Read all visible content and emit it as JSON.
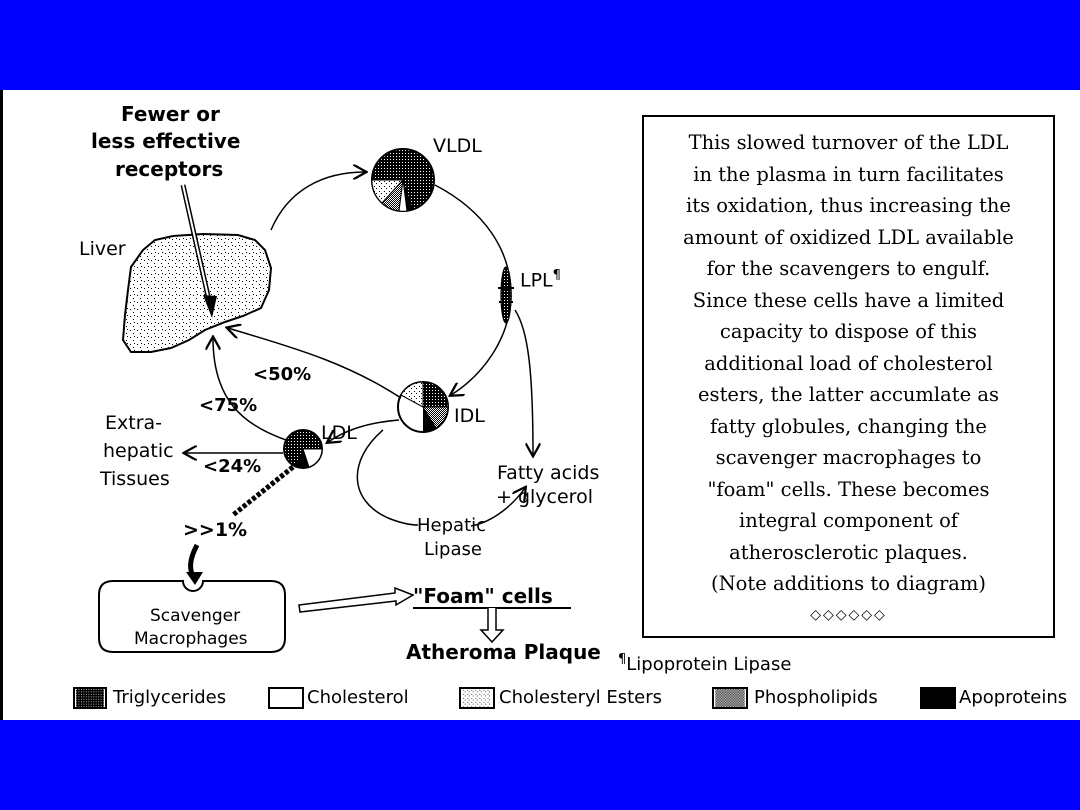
{
  "diagram": {
    "receptor_label": [
      "Fewer or",
      "less effective",
      "receptors"
    ],
    "liver": "Liver",
    "vldl": "VLDL",
    "lpl": "LPL",
    "lpl_mark": "¶",
    "idl": "IDL",
    "ldl": "LDL",
    "pct_50": "<50%",
    "pct_75": "<75%",
    "pct_24": "<24%",
    "pct_1": ">>1%",
    "extra_hepatic": [
      "Extra-",
      "hepatic",
      "Tissues"
    ],
    "fatty_acids": [
      "Fatty acids",
      "+ glycerol"
    ],
    "hepatic_lipase": [
      "Hepatic",
      "Lipase"
    ],
    "scavenger": [
      "Scavenger",
      "Macrophages"
    ],
    "foam_cells": "\"Foam\" cells",
    "atheroma": "Atheroma Plaque",
    "footnote_mark": "¶",
    "footnote": "Lipoprotein Lipase"
  },
  "note_lines": [
    "This slowed turnover of the LDL",
    "in the plasma in turn facilitates",
    "its oxidation, thus increasing the",
    "amount of oxidized LDL available",
    "for the scavengers to engulf.",
    "Since these cells have a limited",
    "capacity to dispose of this",
    "additional load of cholesterol",
    "esters, the latter accumlate as",
    "fatty globules, changing the",
    "scavenger macrophages to",
    "\"foam\" cells. These becomes",
    "integral component of",
    "atherosclerotic plaques.",
    "(Note additions to diagram)",
    "◇◇◇◇◇◇"
  ],
  "legend": [
    {
      "label": "Triglycerides",
      "pattern": "dark-dots"
    },
    {
      "label": "Cholesterol",
      "pattern": "white"
    },
    {
      "label": "Cholesteryl Esters",
      "pattern": "light-dots"
    },
    {
      "label": "Phospholipids",
      "pattern": "mid-gray"
    },
    {
      "label": "Apoproteins",
      "pattern": "black"
    }
  ],
  "colors": {
    "frame": "#0000ff",
    "panel": "#ffffff",
    "ink": "#000000"
  }
}
